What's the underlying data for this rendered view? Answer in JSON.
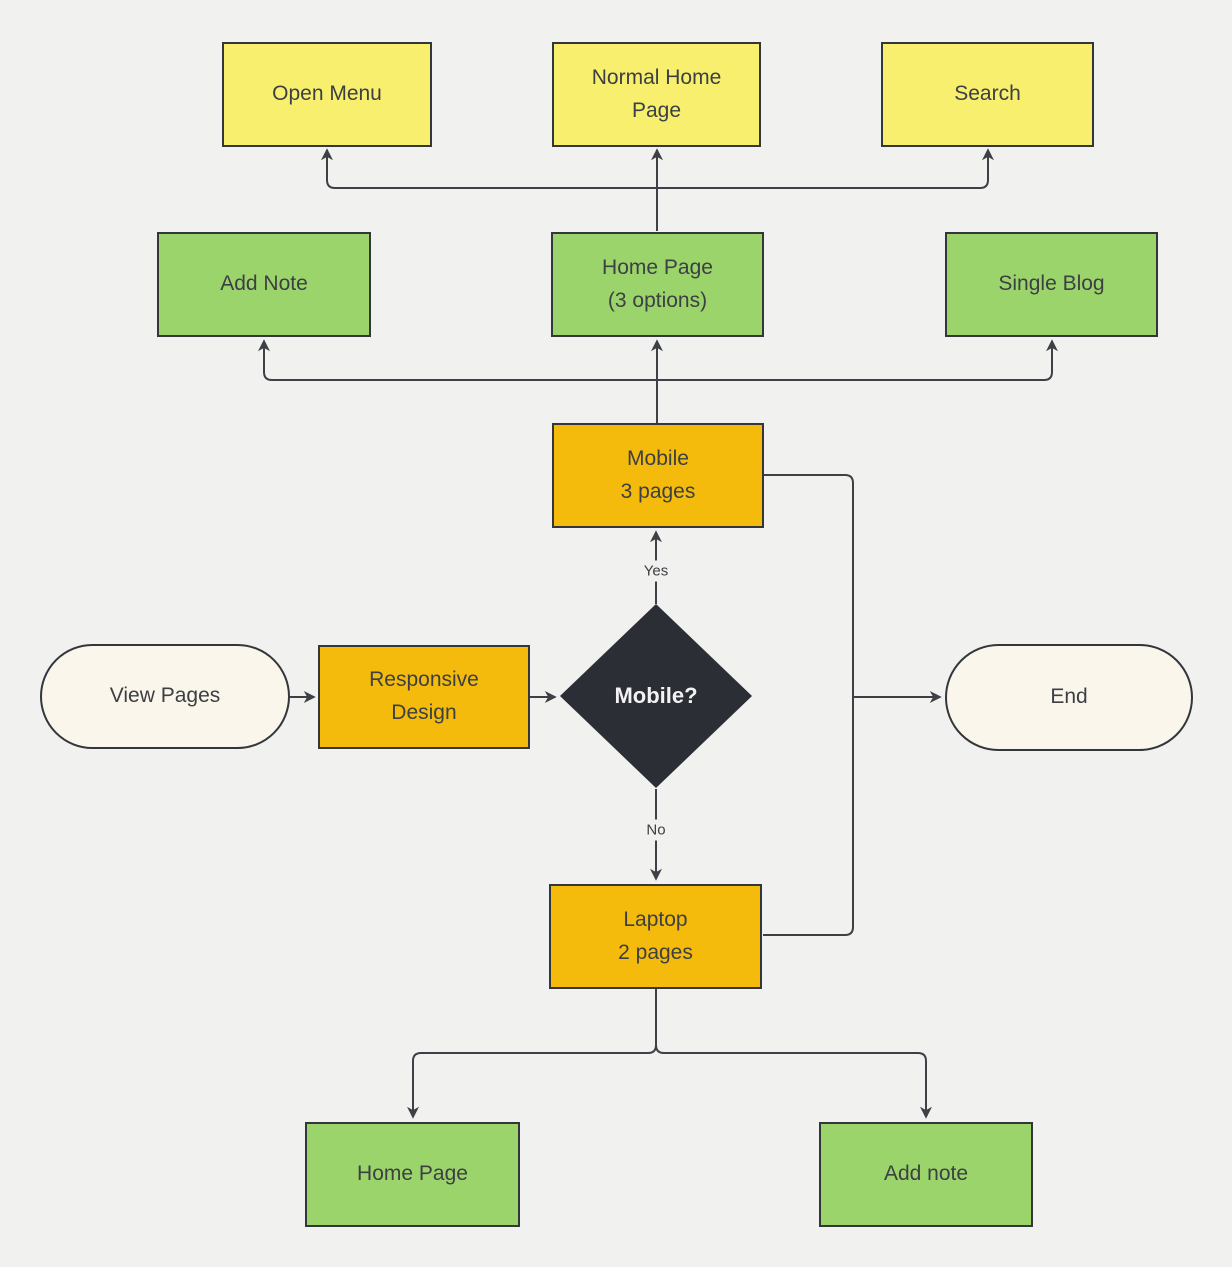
{
  "diagram": {
    "type": "flowchart",
    "background": "#f1f1ef"
  },
  "colors": {
    "yellow_node": "#f8ef6f",
    "green_node": "#9cd46c",
    "orange_node": "#f4bb0c",
    "decision_fill": "#2b2e35",
    "terminal_fill": "#faf6ec",
    "border": "#33363a",
    "connector_line": "#3d4045",
    "node_text": "#3c4043",
    "decision_text": "#f2f2f2"
  },
  "nodes": {
    "open_menu": {
      "label": "Open Menu",
      "type": "process",
      "color": "yellow"
    },
    "normal_home_page": {
      "label": "Normal Home\nPage",
      "type": "process",
      "color": "yellow"
    },
    "search": {
      "label": "Search",
      "type": "process",
      "color": "yellow"
    },
    "add_note": {
      "label": "Add Note",
      "type": "process",
      "color": "green"
    },
    "home_page_3_options": {
      "label": "Home Page\n(3 options)",
      "type": "process",
      "color": "green"
    },
    "single_blog": {
      "label": "Single Blog",
      "type": "process",
      "color": "green"
    },
    "mobile_3_pages": {
      "label": "Mobile\n3 pages",
      "type": "process",
      "color": "orange"
    },
    "view_pages": {
      "label": "View Pages",
      "type": "terminal",
      "color": "cream"
    },
    "responsive_design": {
      "label": "Responsive\nDesign",
      "type": "process",
      "color": "orange"
    },
    "mobile_decision": {
      "label": "Mobile?",
      "type": "decision",
      "color": "dark"
    },
    "end": {
      "label": "End",
      "type": "terminal",
      "color": "cream"
    },
    "laptop_2_pages": {
      "label": "Laptop\n2 pages",
      "type": "process",
      "color": "orange"
    },
    "home_page": {
      "label": "Home Page",
      "type": "process",
      "color": "green"
    },
    "add_note_2": {
      "label": "Add note",
      "type": "process",
      "color": "green"
    }
  },
  "edge_labels": {
    "yes": "Yes",
    "no": "No"
  }
}
